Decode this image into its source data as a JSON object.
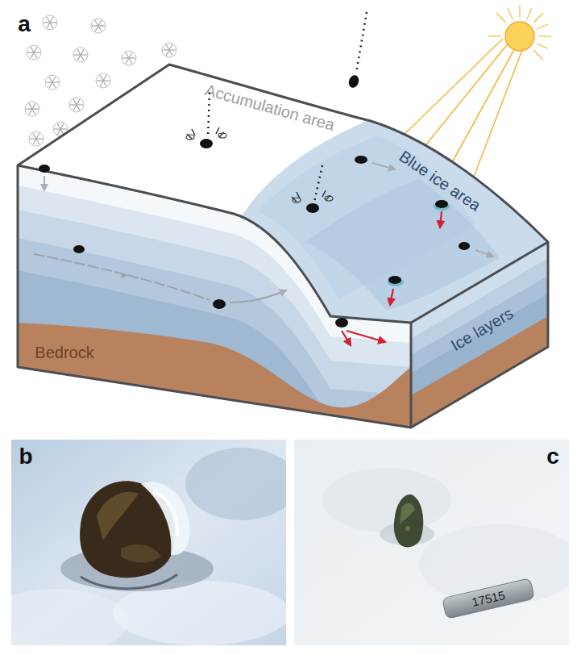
{
  "diagram": {
    "labels": [
      "a",
      "Accumulation area",
      "Blue ice area",
      "Ice layers",
      "Bedrock",
      "b",
      "c",
      "17515"
    ]
  }
}
